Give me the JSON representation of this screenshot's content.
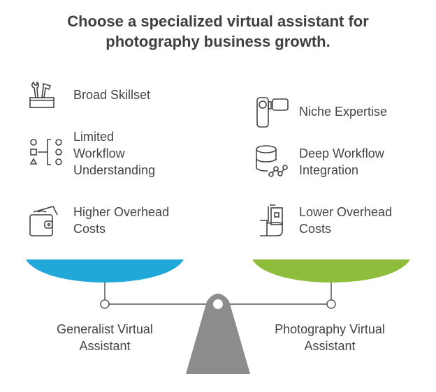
{
  "title_lines": [
    "Choose a specialized virtual assistant for",
    "photography business growth."
  ],
  "left": {
    "name_lines": [
      "Generalist Virtual",
      "Assistant"
    ],
    "color": "#1fa8d8",
    "items": [
      {
        "icon": "toolbox-icon",
        "lines": [
          "Broad Skillset"
        ]
      },
      {
        "icon": "workflow-shapes-icon",
        "lines": [
          "Limited",
          "Workflow",
          "Understanding"
        ]
      },
      {
        "icon": "wallet-money-icon",
        "lines": [
          "Higher Overhead",
          "Costs"
        ]
      }
    ]
  },
  "right": {
    "name_lines": [
      "Photography Virtual",
      "Assistant"
    ],
    "color": "#8dbd3a",
    "items": [
      {
        "icon": "camcorder-icon",
        "lines": [
          "Niche Expertise"
        ]
      },
      {
        "icon": "database-network-icon",
        "lines": [
          "Deep Workflow",
          "Integration"
        ]
      },
      {
        "icon": "hand-money-icon",
        "lines": [
          "Lower Overhead",
          "Costs"
        ]
      }
    ]
  },
  "scale_color": "#8c8c8c"
}
